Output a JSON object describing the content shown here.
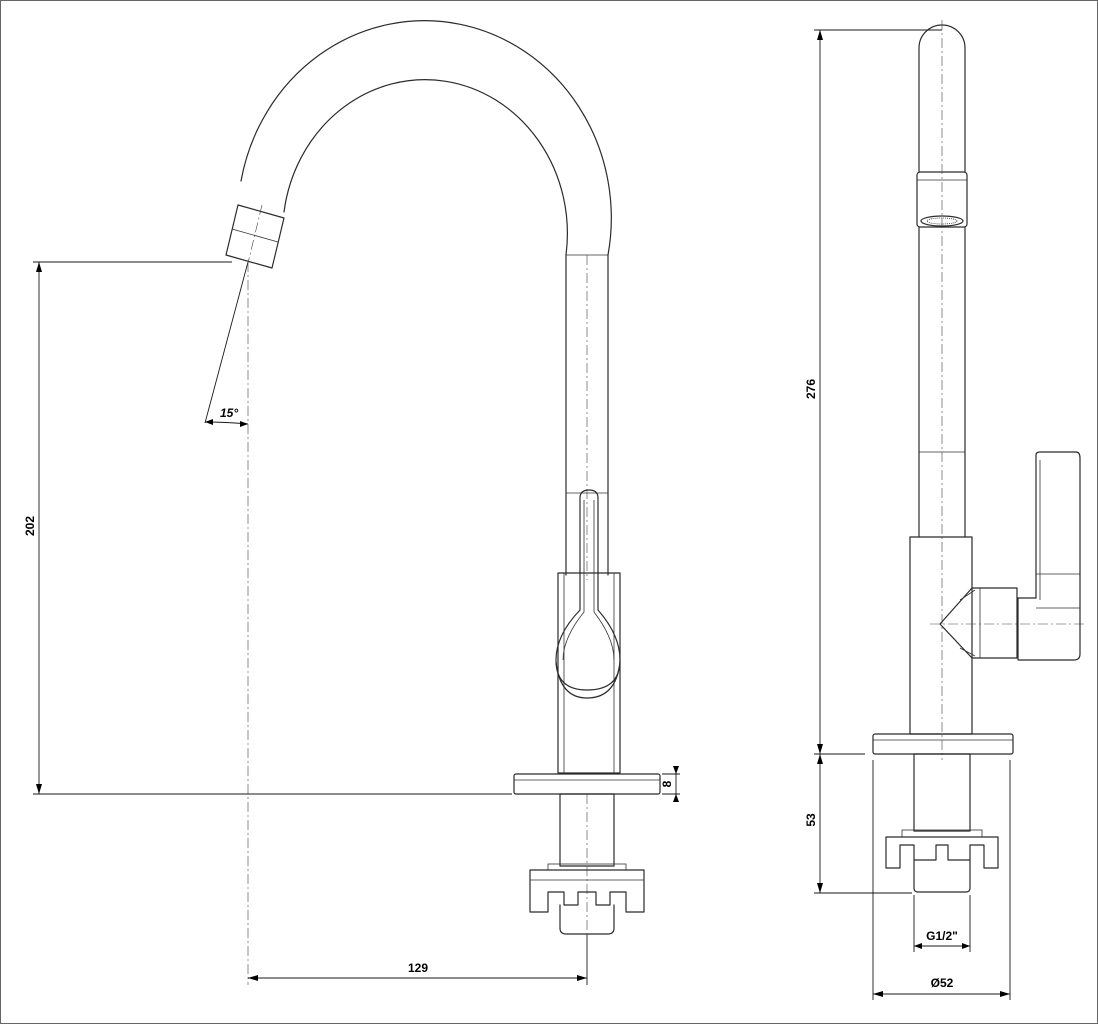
{
  "dimensions": {
    "spout_angle": "15°",
    "spout_height": "202",
    "base_thickness": "8",
    "spout_reach": "129",
    "total_height": "276",
    "mount_depth": "53",
    "thread_size": "G1/2\"",
    "base_diameter": "Ø52"
  },
  "colors": {
    "line": "#2b2b2b",
    "dimension": "#1a1a1a",
    "background": "#ffffff"
  }
}
